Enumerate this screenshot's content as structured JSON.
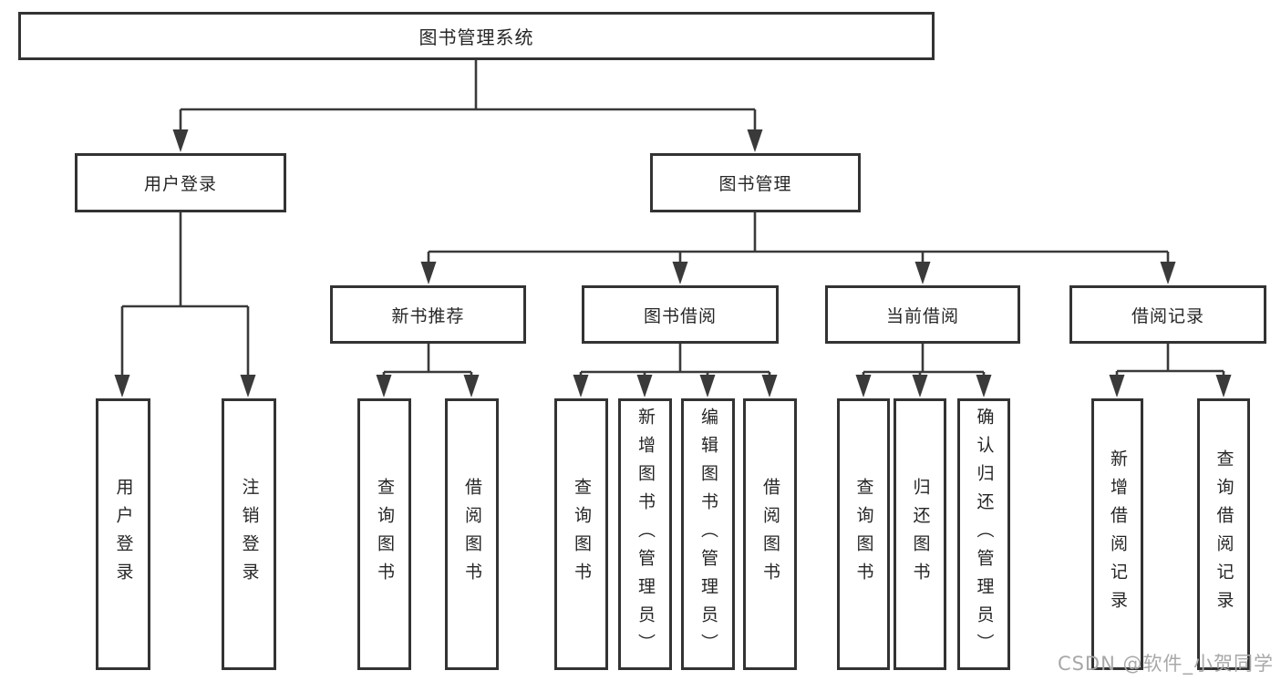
{
  "root": {
    "label": "图书管理系统"
  },
  "level2": [
    {
      "label": "用户登录"
    },
    {
      "label": "图书管理"
    }
  ],
  "level3": [
    {
      "label": "新书推荐"
    },
    {
      "label": "图书借阅"
    },
    {
      "label": "当前借阅"
    },
    {
      "label": "借阅记录"
    }
  ],
  "leaves": {
    "user_login": [
      {
        "label": "用户登录"
      },
      {
        "label": "注销登录"
      }
    ],
    "new_book_recommend": [
      {
        "label": "查询图书"
      },
      {
        "label": "借阅图书"
      }
    ],
    "book_borrowing": [
      {
        "label": "查询图书"
      },
      {
        "label": "新增图书（管理员）"
      },
      {
        "label": "编辑图书（管理员）"
      },
      {
        "label": "借阅图书"
      }
    ],
    "current_borrowing": [
      {
        "label": "查询图书"
      },
      {
        "label": "归还图书"
      },
      {
        "label": "确认归还（管理员）"
      }
    ],
    "borrowing_records": [
      {
        "label": "新增借阅记录"
      },
      {
        "label": "查询借阅记录"
      }
    ]
  },
  "watermark": {
    "text": "CSDN @软件_小贺同学"
  },
  "colors": {
    "background": "#ffffff",
    "box_border": "#333333",
    "connector_line": "#3a3a3a",
    "text": "#262626",
    "watermark": "#a8a8a8"
  }
}
